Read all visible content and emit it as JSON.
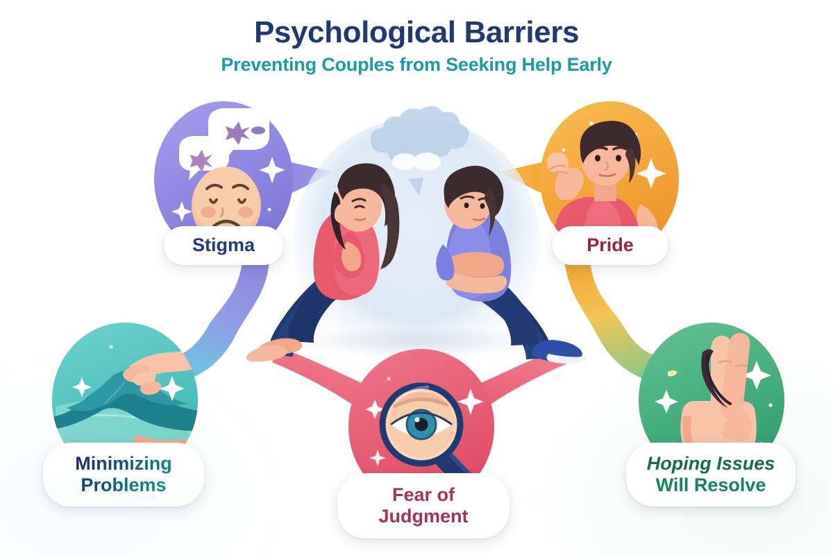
{
  "header": {
    "title": "Psychological Barriers",
    "subtitle": "Preventing Couples from Seeking Help Early",
    "title_color": "#1f3a73",
    "subtitle_color": "#1a9bab"
  },
  "center": {
    "illustration_name": "couple-sitting-back-to-back",
    "backdrop_color": "#dfe9f5",
    "thought_bubble": true,
    "woman_shirt_color": "#e8596b",
    "man_shirt_color": "#7b7fe0",
    "jeans_color": "#203a72"
  },
  "barriers": [
    {
      "id": "stigma",
      "label": "Stigma",
      "label_lines": [
        "Stigma"
      ],
      "icon": "sad-face-gossip-bubbles-icon",
      "circle_color": "#8a84df",
      "circle_color_light": "#a49ef0",
      "text_color": "#223a82",
      "position": "top-left"
    },
    {
      "id": "pride",
      "label": "Pride",
      "label_lines": [
        "Pride"
      ],
      "icon": "man-flexing-bicep-icon",
      "circle_color": "#f2a22e",
      "circle_color_light": "#f9bd52",
      "text_color": "#9e2242",
      "position": "top-right"
    },
    {
      "id": "minimizing-problems",
      "label": "Minimizing Problems",
      "label_lines": [
        "Minimizing",
        "Problems"
      ],
      "icon": "sweeping-under-rug-icon",
      "circle_color": "#4fc2c0",
      "circle_color_light": "#77d6cf",
      "text_color": "#15406f",
      "position": "bottom-left"
    },
    {
      "id": "fear-of-judgment",
      "label": "Fear of Judgment",
      "label_lines": [
        "Fear of",
        "Judgment"
      ],
      "icon": "magnifying-glass-eye-icon",
      "circle_color": "#e8586f",
      "circle_color_light": "#ef7689",
      "text_color": "#a63257",
      "position": "bottom-center"
    },
    {
      "id": "hoping-issues-will-resolve",
      "label": "Hoping Issues Will Resolve",
      "label_lines": [
        "Hoping Issues",
        "Will Resolve"
      ],
      "icon": "crossed-fingers-hand-icon",
      "circle_color": "#3fa878",
      "circle_color_light": "#63c394",
      "text_color": "#16815a",
      "position": "bottom-right"
    }
  ],
  "connectors": [
    {
      "from": "stigma",
      "to": "center",
      "color_start": "#8a84df",
      "color_end": "#8a84df"
    },
    {
      "from": "stigma",
      "to": "minimizing-problems",
      "color_start": "#8a84df",
      "color_end": "#5cc8d4"
    },
    {
      "from": "pride",
      "to": "center",
      "color_start": "#f2a22e",
      "color_end": "#f2a22e"
    },
    {
      "from": "pride",
      "to": "hoping-issues-will-resolve",
      "color_start": "#f2a22e",
      "color_end": "#74c98c"
    },
    {
      "from": "fear-of-judgment",
      "to": "center-left",
      "color_start": "#e8586f",
      "color_end": "#ef7a8c"
    },
    {
      "from": "fear-of-judgment",
      "to": "center-right",
      "color_start": "#e8586f",
      "color_end": "#ef7a8c"
    }
  ]
}
